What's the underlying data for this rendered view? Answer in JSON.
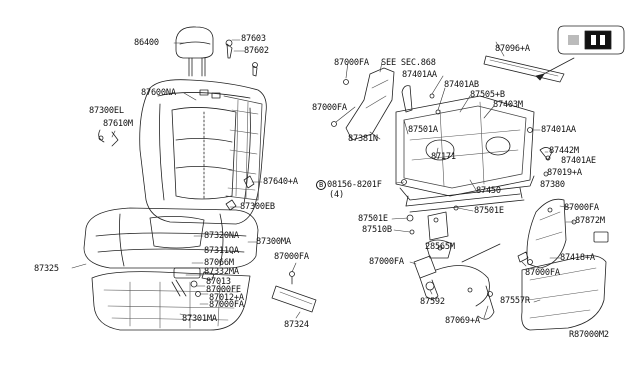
{
  "diagram_code": "R87000M2",
  "labels": {
    "p86400": "86400",
    "p87603": "87603",
    "p87602": "87602",
    "p87600NA": "87600NA",
    "p87300EL": "87300EL",
    "p87610M": "87610M",
    "p87640A": "87640+A",
    "p87300EB": "87300EB",
    "p87320NA": "87320NA",
    "p87300MA": "87300MA",
    "p87311QA": "87311QA",
    "p87066M": "87066M",
    "p87325": "87325",
    "p87332MA": "87332MA",
    "p87013": "87013",
    "p87000FE": "87000FE",
    "p87012A": "87012+A",
    "p87000FA_l": "87000FA",
    "p87301MA": "87301MA",
    "p87000FA_top": "87000FA",
    "p87324": "87324",
    "p87000FA_a": "87000FA",
    "see_sec": "SEE SEC.868",
    "p87401AA_a": "87401AA",
    "p87401AB": "87401AB",
    "p87505B": "87505+B",
    "p87403M": "87403M",
    "p87096A": "87096+A",
    "p87000FA_b": "87000FA",
    "p87501A": "87501A",
    "p87381N": "87381N",
    "p87171": "87171",
    "p87401AA_b": "87401AA",
    "p87442M": "87442M",
    "p87401AE": "87401AE",
    "p87019A": "87019+A",
    "p87380": "87380",
    "bolt_circle": "B",
    "bolt": "08156-8201F",
    "bolt_qty": "(4)",
    "p87450": "87450",
    "p87501E_a": "87501E",
    "p87501E_b": "87501E",
    "p87510B": "87510B",
    "p28565M": "28565M",
    "p87000FA_c": "87000FA",
    "p87592": "87592",
    "p87069A": "87069+A",
    "p87000FA_d": "87000FA",
    "p87872M": "87872M",
    "p87418A": "87418+A",
    "p87000FA_e": "87000FA",
    "p87557R": "87557R"
  }
}
